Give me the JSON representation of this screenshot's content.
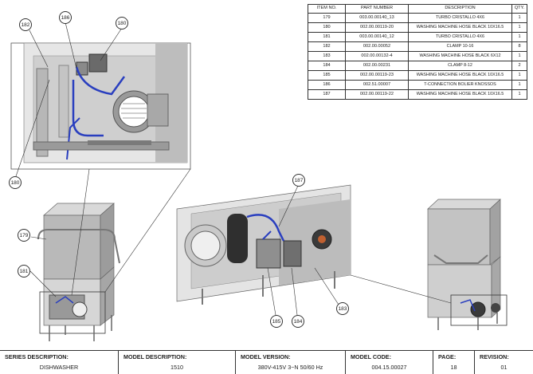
{
  "parts_table": {
    "headers": {
      "item": "ITEM NO.",
      "part": "PART NUMBER",
      "desc": "DESCRIPTION",
      "qty": "QTY."
    },
    "rows": [
      {
        "item": "179",
        "part": "003.00.00140_13",
        "desc": "TURBO CRISTALLO 4X6",
        "qty": "1"
      },
      {
        "item": "180",
        "part": "002.00.00119-20",
        "desc": "WASHING MACHINE HOSE BLACK 10X16.5",
        "qty": "1"
      },
      {
        "item": "181",
        "part": "003.00.00140_12",
        "desc": "TURBO CRISTALLO 4X6",
        "qty": "1"
      },
      {
        "item": "182",
        "part": "002.00.00052",
        "desc": "CLAMP 10-16",
        "qty": "8"
      },
      {
        "item": "183",
        "part": "002.00.00132-4",
        "desc": "WASHING MACHINE HOSE BLACK 6X12",
        "qty": "1"
      },
      {
        "item": "184",
        "part": "002.00.00231",
        "desc": "CLAMP 8-12",
        "qty": "2"
      },
      {
        "item": "185",
        "part": "002.00.00119-23",
        "desc": "WASHING MACHINE HOSE BLACK 10X16.5",
        "qty": "1"
      },
      {
        "item": "186",
        "part": "002.51.00007",
        "desc": "T-CONNECTION BOLIER KNOSSOS",
        "qty": "1"
      },
      {
        "item": "187",
        "part": "002.00.00119-22",
        "desc": "WASHING MACHINE HOSE BLACK 10X16.5",
        "qty": "1"
      }
    ]
  },
  "callouts": {
    "c182": "182",
    "c186": "186",
    "c180_top": "180",
    "c180_left": "180",
    "c179": "179",
    "c181": "181",
    "c187": "187",
    "c183": "183",
    "c185": "185",
    "c184": "184"
  },
  "title_block": {
    "series_label": "SERIES DESCRIPTION:",
    "series_value": "DISHWASHER",
    "model_label": "MODEL DESCRIPTION:",
    "model_value": "1510",
    "version_label": "MODEL VERSION:",
    "version_value": "380V-415V 3~N 50/60 Hz",
    "code_label": "MODEL CODE:",
    "code_value": "004.15.00027",
    "page_label": "PAGE:",
    "page_value": "18",
    "revision_label": "REVISION:",
    "revision_value": "01"
  },
  "colors": {
    "hose_blue": "#2a3fbf",
    "metal": "#8a8a8a",
    "line": "#333333"
  }
}
